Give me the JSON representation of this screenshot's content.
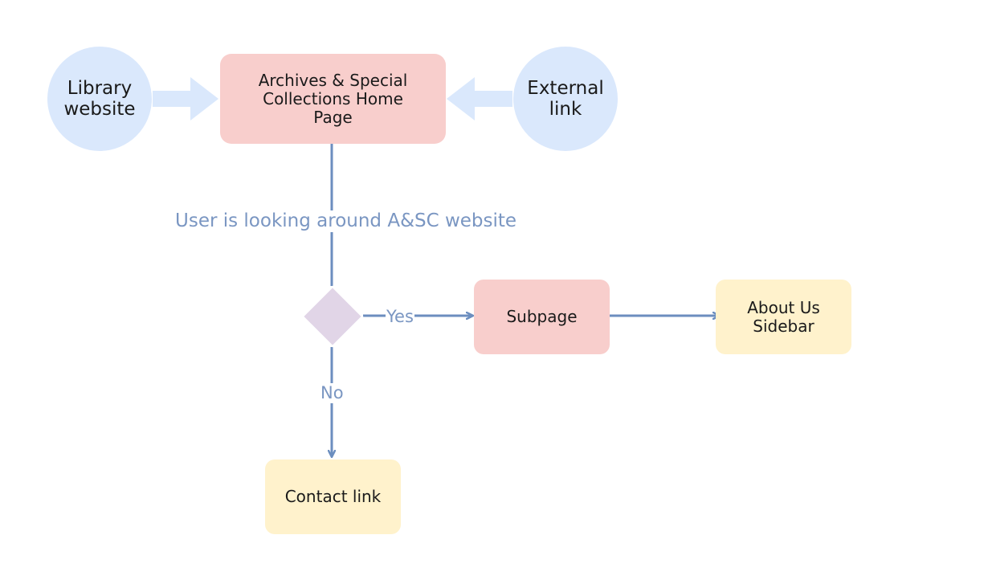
{
  "nodes": {
    "library_website": "Library website",
    "asc_home": "Archives & Special Collections Home Page",
    "external_link": "External link",
    "subpage": "Subpage",
    "about_us_sidebar": "About Us Sidebar",
    "contact_link": "Contact link"
  },
  "edges": {
    "main_flow": "User is looking around A&SC website",
    "yes": "Yes",
    "no": "No"
  },
  "colors": {
    "circle_fill": "#dae8fc",
    "pink_fill": "#f8cecc",
    "yellow_fill": "#fff2cc",
    "diamond_fill": "#e1d5e7",
    "connector": "#6c8ebf",
    "block_arrow": "#dae8fc",
    "edge_label": "#7a96c2"
  }
}
